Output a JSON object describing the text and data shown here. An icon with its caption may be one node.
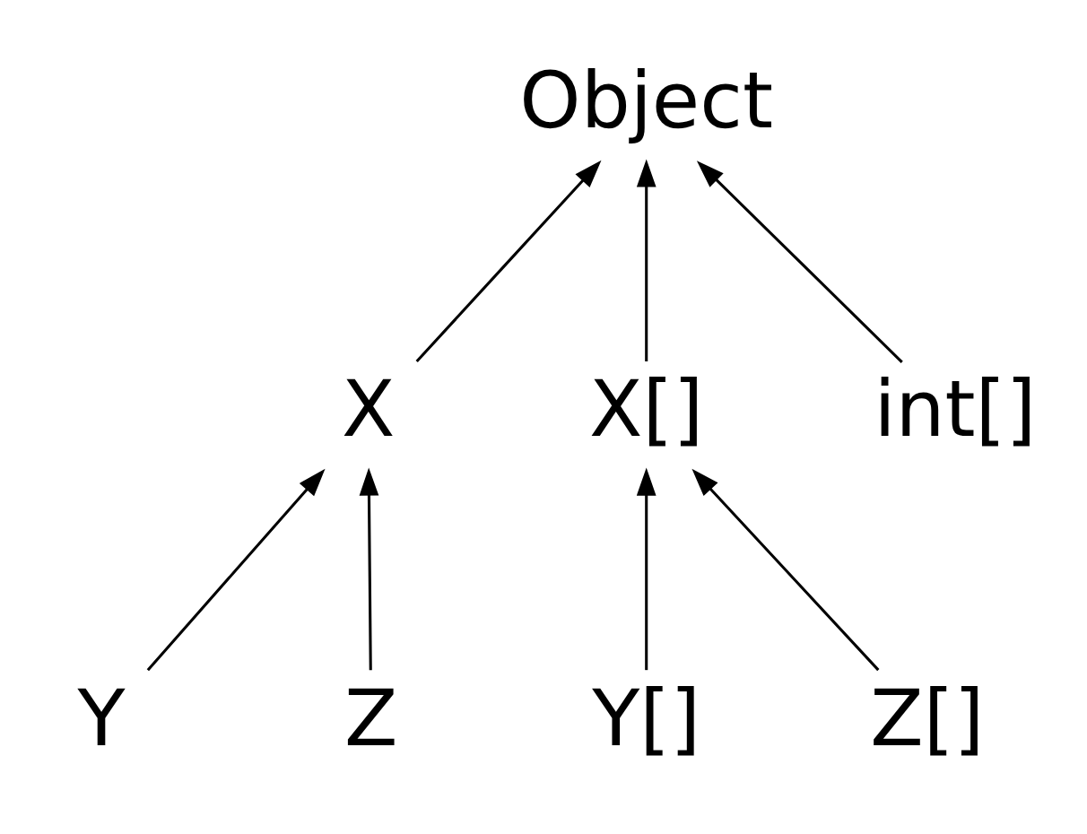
{
  "diagram": {
    "nodes": [
      {
        "text": [
          "Object"
        ]
      },
      {
        "text": [
          "X"
        ]
      },
      {
        "text": [
          "X[]"
        ]
      },
      {
        "text": [
          "int[]"
        ]
      },
      {
        "text": [
          "Y"
        ]
      },
      {
        "text": [
          "Z"
        ]
      },
      {
        "text": [
          "Y[]"
        ]
      },
      {
        "text": [
          "Z[]"
        ]
      }
    ],
    "edges": [
      {
        "from": 1,
        "to": 0,
        "arrow": "to"
      },
      {
        "from": 2,
        "to": 0,
        "arrow": "to"
      },
      {
        "from": 3,
        "to": 0,
        "arrow": "to"
      },
      {
        "from": 4,
        "to": 1,
        "arrow": "to"
      },
      {
        "from": 5,
        "to": 1,
        "arrow": "to"
      },
      {
        "from": 6,
        "to": 2,
        "arrow": "to"
      },
      {
        "from": 7,
        "to": 2,
        "arrow": "to"
      }
    ]
  }
}
